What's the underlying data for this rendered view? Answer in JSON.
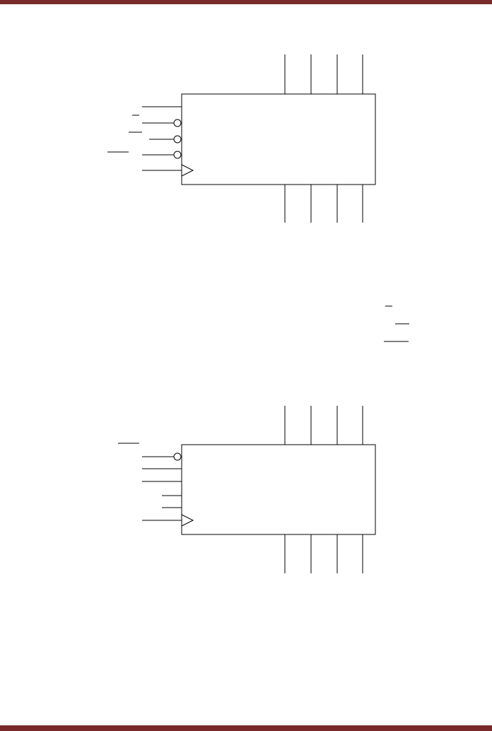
{
  "page": {
    "accent_color": "#7a2a2a"
  },
  "diagrams": [
    {
      "name": "counter-block-1",
      "parallel_inputs": 4,
      "parallel_outputs": 4,
      "left_inputs": [
        {
          "inverted": false
        },
        {
          "inverted": true
        },
        {
          "inverted": true
        },
        {
          "inverted": true
        },
        {
          "clock": true
        }
      ]
    },
    {
      "name": "counter-block-2",
      "parallel_inputs": 4,
      "parallel_outputs": 4,
      "left_inputs": [
        {
          "inverted": true
        },
        {
          "inverted": false
        },
        {
          "inverted": false
        },
        {
          "inverted": false
        },
        {
          "inverted": false
        },
        {
          "clock": true
        }
      ]
    }
  ]
}
